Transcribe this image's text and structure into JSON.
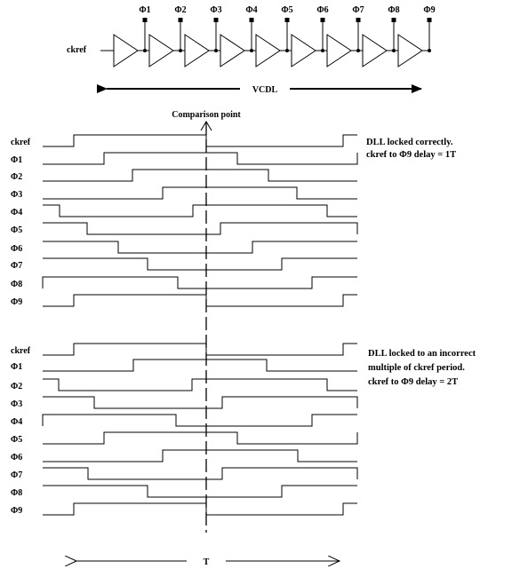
{
  "vcdl": {
    "input_label": "ckref",
    "phase_labels": [
      "Φ1",
      "Φ2",
      "Φ3",
      "Φ4",
      "Φ5",
      "Φ6",
      "Φ7",
      "Φ8",
      "Φ9"
    ],
    "span_label": "VCDL"
  },
  "comparison_label": "Comparison point",
  "top_panel": {
    "signals": [
      "ckref",
      "Φ1",
      "Φ2",
      "Φ3",
      "Φ4",
      "Φ5",
      "Φ6",
      "Φ7",
      "Φ8",
      "Φ9"
    ],
    "note": [
      "DLL locked correctly.",
      "ckref to Φ9 delay = 1T"
    ]
  },
  "bottom_panel": {
    "signals": [
      "ckref",
      "Φ1",
      "Φ2",
      "Φ3",
      "Φ4",
      "Φ5",
      "Φ6",
      "Φ7",
      "Φ8",
      "Φ9"
    ],
    "note": [
      "DLL locked to an incorrect",
      "multiple of ckref period.",
      "ckref to Φ9 delay = 2T"
    ]
  },
  "period_label": "T"
}
